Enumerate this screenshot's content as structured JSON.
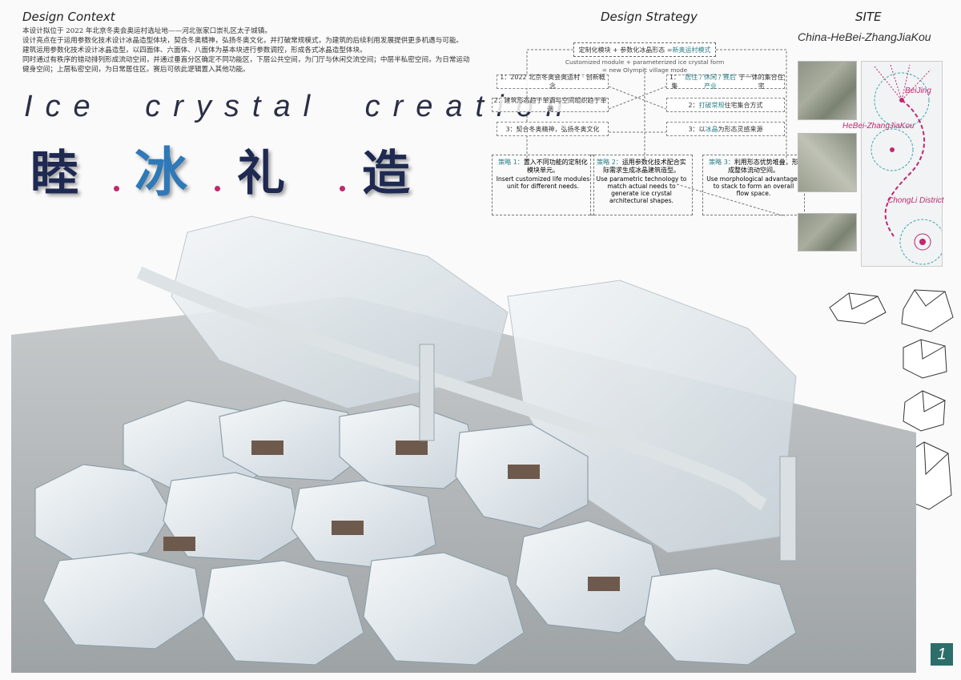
{
  "context": {
    "title": "Design Context",
    "lines": [
      "本设计拟位于 2022 年北京冬奥会奥运村选址地——河北张家口崇礼区太子城镇。",
      "设计亮点在于运用参数化技术设计冰晶造型体块，契合冬奥精神，弘扬冬奥文化，并打破常规模式，为建筑的后续利用发展提供更多机遇与可能。",
      "建筑运用参数化技术设计冰晶造型，以四面体、六面体、八面体为基本块进行参数调控，形成各式冰晶造型体块。",
      "同时通过有秩序的错动排列形成流动空间，并通过垂直分区确定不同功能区，下层公共空间，为门厅与休闲交流空间；中层半私密空间，为日常运动",
      "健身空间；上层私密空间，为日常居住区。赛后可依此逻辑置入其他功能。"
    ]
  },
  "headline": {
    "english": "Ice crystal creation",
    "chars": [
      "睦",
      "冰",
      "礼",
      "造"
    ]
  },
  "strategy": {
    "title": "Design Strategy",
    "core_prefix": "定制化模块 + 参数化冰晶形态 = ",
    "core_highlight": "新奥运村模式",
    "core_en_1": "Customized module + parameterized ice crystal form",
    "core_en_2": "= new Olympic village mode",
    "left": [
      "1：2022 北京冬奥会奥运村 · 创新概念",
      "2：建筑形态趋于单调与空间组织趋于单调",
      "3：契合冬奥精神，弘扬冬奥文化"
    ],
    "right": [
      {
        "pre": "1：集",
        "hl": "居住 / 休闲 / 赛后产业",
        "post": "于一体的集合住宅"
      },
      {
        "pre": "2：",
        "hl": "打破常规",
        "post": "住宅集合方式"
      },
      {
        "pre": "3：以",
        "hl": "冰晶",
        "post": "为形态灵感来源"
      }
    ],
    "boxes": [
      {
        "label": "策略 1：",
        "cn": "置入不同功能的定制化模块单元。",
        "en": "Insert customized life modules unit for different needs."
      },
      {
        "label": "策略 2：",
        "cn": "运用参数化技术配合实际需求生成冰晶建筑造型。",
        "en": "Use parametric technology to match actual needs to generate ice crystal architectural shapes."
      },
      {
        "label": "策略 3：",
        "cn": "利用形态优势堆叠，形成整体流动空间。",
        "en": "Use morphological advantages to stack to form an overall flow space."
      }
    ]
  },
  "site": {
    "title": "SITE",
    "subtitle": "China-HeBei-ZhangJiaKou",
    "places": [
      "BeiJing",
      "HeBei-ZhangJiaKou",
      "ChongLi District"
    ]
  },
  "page_number": "1",
  "colors": {
    "accent": "#c0286f",
    "teal": "#2a7f86",
    "navy": "#1f2a52",
    "blue": "#2f79b8"
  }
}
